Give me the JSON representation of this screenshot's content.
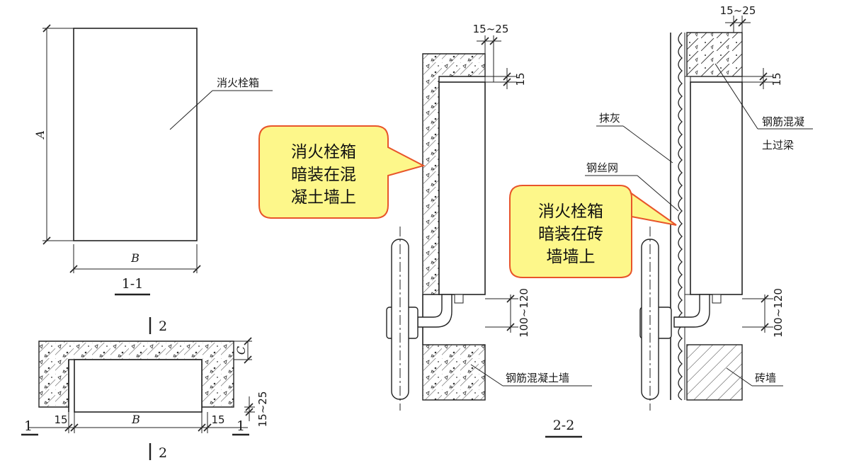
{
  "front_view": {
    "box_label": "消火栓箱",
    "dim_height": "A",
    "dim_width": "B",
    "section_title": "1-1"
  },
  "plan_view": {
    "section_top": "2",
    "section_bottom": "2",
    "dim_depth": "C",
    "dim_side_left": "15",
    "dim_side_right": "15",
    "dim_width": "B",
    "dim_recess": "15~25",
    "cut_left": "1",
    "cut_right": "1"
  },
  "section_concrete": {
    "dim_top": "15~25",
    "dim_gap": "15",
    "dim_pipe": "100~120",
    "wall_label": "钢筋混凝土墙",
    "callout": [
      "消火栓箱",
      "暗装在混",
      "凝土墙上"
    ]
  },
  "section_brick": {
    "dim_top": "15~25",
    "dim_gap": "15",
    "dim_pipe": "100~120",
    "label_plaster": "抹灰",
    "label_mesh": "钢丝网",
    "label_lintel_1": "钢筋混凝",
    "label_lintel_2": "土过梁",
    "wall_label": "砖墙",
    "callout": [
      "消火栓箱",
      "暗装在砖",
      "墙墙上"
    ]
  },
  "section_title": "2-2",
  "colors": {
    "callout_fill": "#fdf78a",
    "callout_stroke": "#e8552a",
    "line": "#222222"
  }
}
